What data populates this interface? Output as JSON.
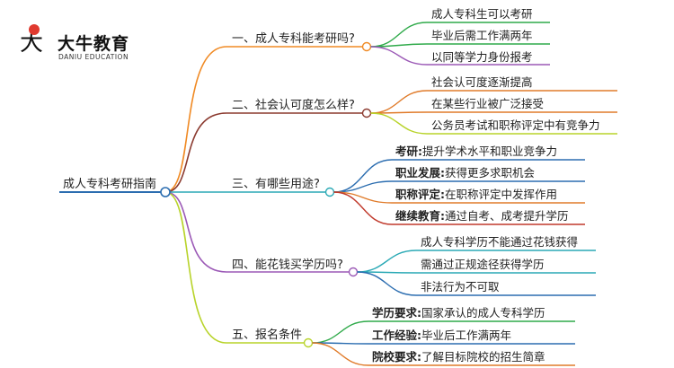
{
  "logo": {
    "mark": "大",
    "name_cn": "大牛教育",
    "name_en": "DANIU EDUCATION"
  },
  "root": "成人专科考研指南",
  "branches": [
    {
      "label": "一、成人专科能考研吗?",
      "color": "#f08a24",
      "leaves": [
        {
          "text": "成人专科生可以考研"
        },
        {
          "text": "毕业后需工作满两年"
        },
        {
          "text": "以同等学力身份报考"
        }
      ]
    },
    {
      "label": "二、社会认可度怎么样?",
      "color": "#8b3a2f",
      "leaves": [
        {
          "text": "社会认可度逐渐提高"
        },
        {
          "text": "在某些行业被广泛接受"
        },
        {
          "text": "公务员考试和职称评定中有竞争力"
        }
      ]
    },
    {
      "label": "三、有哪些用途?",
      "color": "#2aa9b5",
      "leaves": [
        {
          "key": "考研:",
          "text": "提升学术水平和职业竞争力"
        },
        {
          "key": "职业发展:",
          "text": "获得更多求职机会"
        },
        {
          "key": "职称评定:",
          "text": "在职称评定中发挥作用"
        },
        {
          "key": "继续教育:",
          "text": "通过自考、成考提升学历"
        }
      ]
    },
    {
      "label": "四、能花钱买学历吗?",
      "color": "#9b59b6",
      "leaves": [
        {
          "text": "成人专科学历不能通过花钱获得"
        },
        {
          "text": "需通过正规途径获得学历"
        },
        {
          "text": "非法行为不可取"
        }
      ]
    },
    {
      "label": "五、报名条件",
      "color": "#b8d32a",
      "leaves": [
        {
          "key": "学历要求:",
          "text": "国家承认的成人专科学历"
        },
        {
          "key": "工作经验:",
          "text": "毕业后工作满两年"
        },
        {
          "key": "院校要求:",
          "text": "了解目标院校的招生简章"
        }
      ]
    }
  ],
  "colors": {
    "root_line": "#2b6db0",
    "leaf_colors": [
      [
        "#2faa4a",
        "#2faa4a",
        "#9b59b6"
      ],
      [
        "#e07b2a",
        "#e07b2a",
        "#b8d32a"
      ],
      [
        "#2b6db0",
        "#2b6db0",
        "#e07b2a",
        "#c0392b"
      ],
      [
        "#2aa9b5",
        "#2aa9b5",
        "#2b6db0"
      ],
      [
        "#2faa4a",
        "#2b6db0",
        "#e07b2a"
      ]
    ]
  }
}
